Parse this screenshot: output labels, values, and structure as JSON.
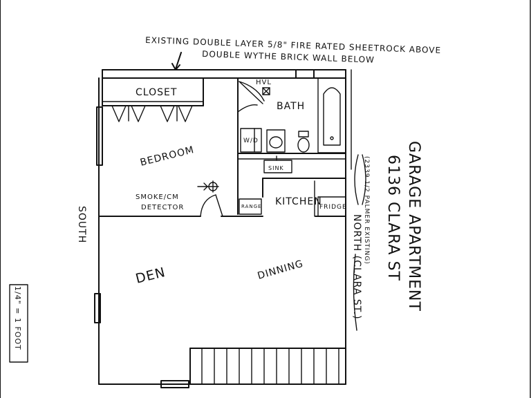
{
  "notes": {
    "line1": "EXISTING DOUBLE LAYER 5/8\" FIRE RATED SHEETROCK ABOVE",
    "line2": "DOUBLE WYTHE BRICK WALL BELOW"
  },
  "rooms": {
    "closet": "CLOSET",
    "bath": "BATH",
    "hvl": "HVL",
    "bedroom": "BEDROOM",
    "smoke_line1": "SMOKE/CM",
    "smoke_line2": "DETECTOR",
    "kitchen": "KITCHEN",
    "range": "RANGE",
    "fridge": "FRIDGE",
    "sink": "SINK",
    "wd": "W/D",
    "den": "DEN",
    "dining": "DINNING"
  },
  "compass": {
    "south": "SOUTH",
    "north": "NORTH (CLARA ST.)"
  },
  "title": {
    "line1": "GARAGE APARTMENT",
    "line2": "6136 CLARA ST",
    "line3": "(2339 1/2 PALMER EXISTING)"
  },
  "scale": "1/4\" = 1 FOOT"
}
